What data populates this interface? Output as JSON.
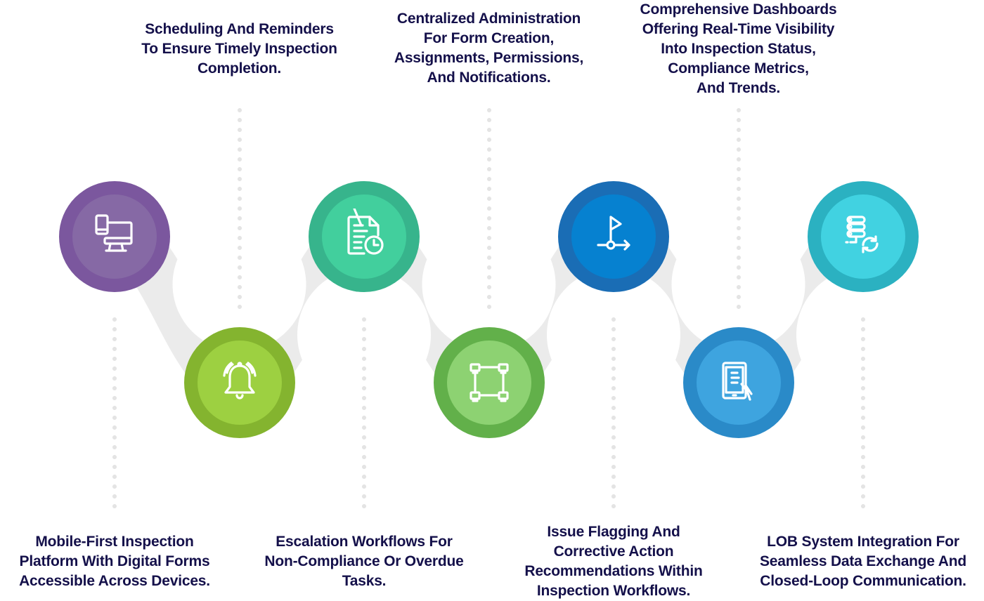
{
  "diagram": {
    "type": "zigzag-feature-timeline",
    "steps": [
      {
        "id": 1,
        "position": "top",
        "label_position": "bottom",
        "icon": "devices-icon",
        "colors": {
          "outer": "#7b579e",
          "inner": "#8669a5"
        },
        "label_lines": [
          "Mobile-First Inspection",
          "Platform With Digital Forms",
          "Accessible Across Devices."
        ]
      },
      {
        "id": 2,
        "position": "bottom",
        "label_position": "top",
        "icon": "alarm-bell-icon",
        "colors": {
          "outer": "#84b42f",
          "inner": "#9dd041"
        },
        "label_lines": [
          "Scheduling And Reminders",
          "To Ensure Timely Inspection",
          "Completion."
        ]
      },
      {
        "id": 3,
        "position": "top",
        "label_position": "bottom",
        "icon": "document-clock-icon",
        "colors": {
          "outer": "#37b48c",
          "inner": "#42cf9d"
        },
        "label_lines": [
          "Escalation Workflows For",
          "Non-Compliance Or Overdue",
          "Tasks."
        ]
      },
      {
        "id": 4,
        "position": "bottom",
        "label_position": "top",
        "icon": "network-nodes-icon",
        "colors": {
          "outer": "#62b04a",
          "inner": "#8dd272"
        },
        "label_lines": [
          "Centralized Administration",
          "For Form Creation,",
          "Assignments, Permissions,",
          "And Notifications."
        ]
      },
      {
        "id": 5,
        "position": "top",
        "label_position": "bottom",
        "icon": "flag-path-icon",
        "colors": {
          "outer": "#1a6db5",
          "inner": "#0681d0"
        },
        "label_lines": [
          "Issue Flagging And",
          "Corrective Action",
          "Recommendations Within",
          "Inspection Workflows."
        ]
      },
      {
        "id": 6,
        "position": "bottom",
        "label_position": "top",
        "icon": "tablet-hand-icon",
        "colors": {
          "outer": "#2a8ac8",
          "inner": "#3ea4df"
        },
        "label_lines": [
          "Comprehensive Dashboards",
          "Offering Real-Time Visibility",
          "Into Inspection Status,",
          "Compliance Metrics,",
          "And Trends."
        ]
      },
      {
        "id": 7,
        "position": "top",
        "label_position": "bottom",
        "icon": "server-sync-icon",
        "colors": {
          "outer": "#2bb1c1",
          "inner": "#41d2e1"
        },
        "label_lines": [
          "LOB System Integration For",
          "Seamless Data Exchange And",
          "Closed-Loop Communication."
        ]
      }
    ],
    "connector_color": "#ebebeb",
    "dot_color": "#e4e4e4",
    "text_color": "#14104a"
  }
}
